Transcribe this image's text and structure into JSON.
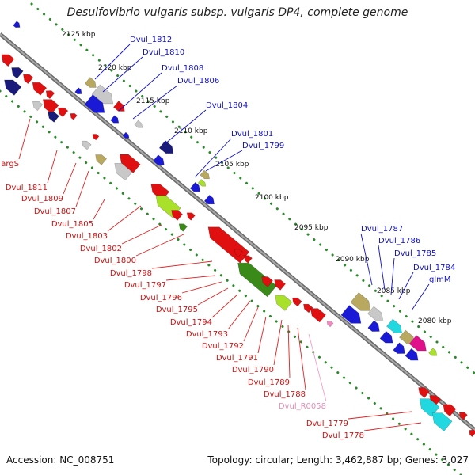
{
  "title": "Desulfovibrio vulgaris subsp. vulgaris DP4, complete genome",
  "footer": {
    "accession": "Accession: NC_008751",
    "topology": "Topology: circular; Length: 3,462,887 bp; Genes: 3,027"
  },
  "ticks": [
    "2125 kbp",
    "2120 kbp",
    "2115 kbp",
    "2110 kbp",
    "2105 kbp",
    "2100 kbp",
    "2095 kbp",
    "2090 kbp",
    "2085 kbp",
    "2080 kbp"
  ],
  "blue_labels": [
    "Dvul_1812",
    "Dvul_1810",
    "Dvul_1808",
    "Dvul_1806",
    "Dvul_1804",
    "Dvul_1801",
    "Dvul_1799",
    "Dvul_1787",
    "Dvul_1786",
    "Dvul_1785",
    "Dvul_1784",
    "glmM"
  ],
  "red_labels": [
    "argS",
    "Dvul_1811",
    "Dvul_1809",
    "Dvul_1807",
    "Dvul_1805",
    "Dvul_1803",
    "Dvul_1802",
    "Dvul_1800",
    "Dvul_1798",
    "Dvul_1797",
    "Dvul_1796",
    "Dvul_1795",
    "Dvul_1794",
    "Dvul_1793",
    "Dvul_1792",
    "Dvul_1791",
    "Dvul_1790",
    "Dvul_1789",
    "Dvul_1788",
    "Dvul_1779",
    "Dvul_1778"
  ],
  "pink_labels": [
    "Dvul_R0058"
  ],
  "colors": {
    "forward_gene": "#1a1ad6",
    "reverse_gene": "#e01010",
    "backbone": "#888888",
    "tick_dots": "#2a8a2a",
    "light_green": "#a8e02a",
    "dark_green": "#3a8a1a",
    "olive": "#b8a860",
    "cyan": "#22d8e0",
    "magenta": "#e0108a",
    "gray": "#c8c8c8",
    "navy": "#1a1a7a",
    "pink": "#f08ac0"
  }
}
